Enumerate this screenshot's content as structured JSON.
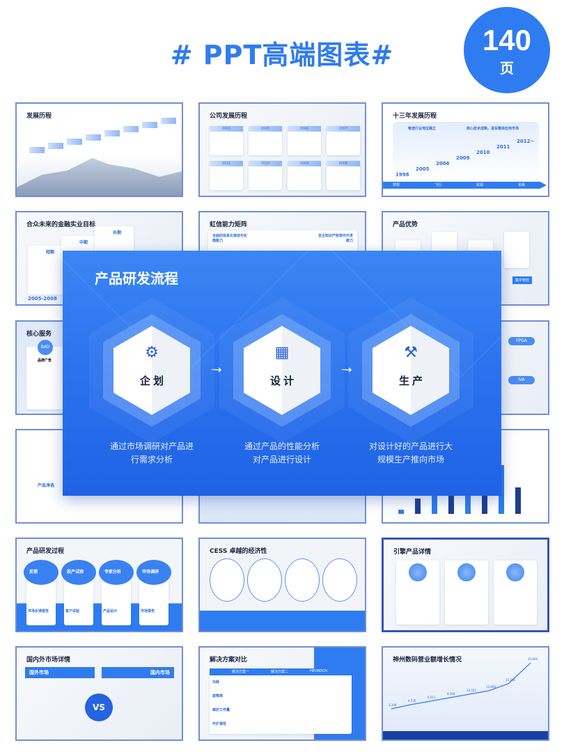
{
  "header": {
    "title": "# PPT高端图表#",
    "badge_number": "140",
    "badge_unit": "页"
  },
  "colors": {
    "brand": "#2f7cf0",
    "border": "#6e8fd8",
    "dark": "#14213d"
  },
  "thumbnails": [
    {
      "title": "发展历程"
    },
    {
      "title": "公司发展历程",
      "years": [
        "2003",
        "2005",
        "2006",
        "2007",
        "2011",
        "2010",
        "2009",
        "2008"
      ]
    },
    {
      "title": "十三年发展历程",
      "banner_left": "物流行业地位确立",
      "banner_right": "核心技术成熟，进军整体应用市场",
      "years": [
        "1998",
        "2005",
        "2006",
        "2009",
        "2010",
        "2011",
        "2012~"
      ],
      "stages": [
        "梦想",
        "飞行",
        "实现",
        "未来"
      ]
    },
    {
      "title": "合众未来的金融实业目标",
      "stages": [
        "短期",
        "中期",
        "长期"
      ],
      "period": "2005-2008"
    },
    {
      "title": "虹信能力矩阵",
      "left_label": "全面的信息化规划与实施能力",
      "right_label": "自主知识产权软件开发能力"
    },
    {
      "title": "产品优势",
      "button": "集中管控"
    },
    {
      "title": "核心服务",
      "circle": "BAD",
      "sub": "品牌广告"
    },
    {
      "title": "",
      "right_items": [
        "FPGA",
        "IVA"
      ]
    },
    {
      "title": "",
      "link": "产品净选"
    },
    {
      "title": ""
    },
    {
      "title": ""
    },
    {
      "title": "产品研发过程",
      "steps": [
        "反馈",
        "投产试验",
        "专家分析",
        "市场调研"
      ],
      "bottoms": [
        "市场反馈报告",
        "客户试验",
        "产品设计",
        "市场报告"
      ]
    },
    {
      "title": "CESS 卓越的经济性"
    },
    {
      "title": "引擎产品详情"
    },
    {
      "title": "国内外市场详情",
      "left": "国外市场",
      "right": "国内市场",
      "vs": "VS"
    },
    {
      "title": "解决方案对比",
      "cols": [
        "解决方案一",
        "解决方案二",
        "HEVBDCN"
      ],
      "rows": [
        "功耗",
        "故障率",
        "维护工作量",
        "可扩展性"
      ]
    },
    {
      "title": "神州数码营业额增长情况",
      "values": [
        "2,349",
        "4,735",
        "6,511",
        "8,569",
        "10,521",
        "13,606",
        "15,280",
        "20,806"
      ]
    }
  ],
  "featured": {
    "title": "产品研发流程",
    "steps": [
      {
        "label": "企划",
        "icon": "planning-gear-icon",
        "desc_line1": "通过市场调研对产品进",
        "desc_line2": "行需求分析"
      },
      {
        "label": "设计",
        "icon": "blueprint-design-icon",
        "desc_line1": "通过产品的性能分析",
        "desc_line2": "对产品进行设计"
      },
      {
        "label": "生产",
        "icon": "factory-production-icon",
        "desc_line1": "对设计好的产品进行大",
        "desc_line2": "规模生产推向市场"
      }
    ]
  }
}
